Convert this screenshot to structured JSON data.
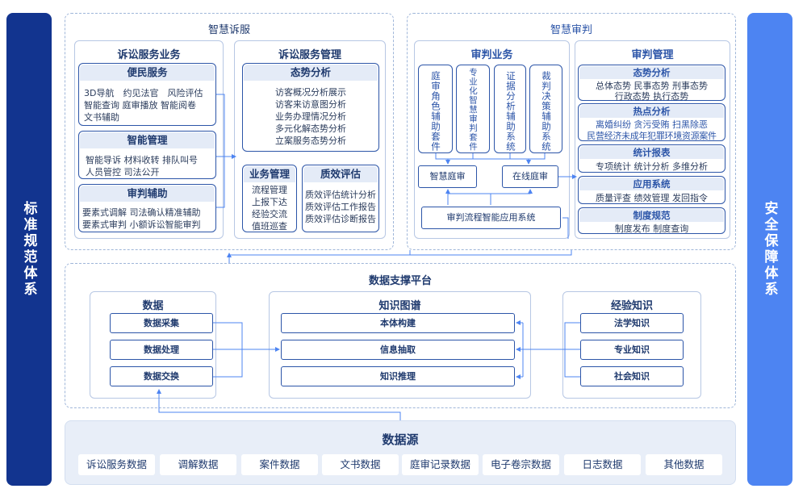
{
  "pillars": {
    "left": "标准规范体系",
    "right": "安全保障体系"
  },
  "litigation": {
    "title": "智慧诉服",
    "business": {
      "title": "诉讼服务业务",
      "convenience": {
        "title": "便民服务",
        "lines": [
          "3D导航　约见法官　风险评估",
          "智能查询  庭审播放  智能阅卷",
          "文书辅助"
        ]
      },
      "smart_mgmt": {
        "title": "智能管理",
        "lines": [
          "智能导诉  材料收转  排队叫号",
          "人员管控  司法公开"
        ]
      },
      "trial_aid": {
        "title": "审判辅助",
        "lines": [
          "要素式调解  司法确认精准辅助",
          "要素式审判  小额诉讼智能审判"
        ]
      }
    },
    "management": {
      "title": "诉讼服务管理",
      "situation": {
        "title": "态势分析",
        "lines": [
          "访客概况分析展示",
          "访客来访意图分析",
          "业务办理情况分析",
          "多元化解态势分析",
          "立案服务态势分析"
        ]
      },
      "business_mgmt": {
        "title": "业务管理",
        "lines": [
          "流程管理",
          "上报下达",
          "经验交流",
          "值班巡查"
        ]
      },
      "quality": {
        "title": "质效评估",
        "lines": [
          "质效评估统计分析",
          "质效评估工作报告",
          "质效评估诊断报告"
        ]
      }
    }
  },
  "trial": {
    "title": "智慧审判",
    "business": {
      "title": "审判业务",
      "columns": [
        "庭审角色辅助套件",
        "专业化智慧审判套件",
        "证据分析辅助系统",
        "裁判决策辅助系统"
      ],
      "smart_court": "智慧庭审",
      "online_court": "在线庭审",
      "flow_system": "审判流程智能应用系统"
    },
    "management": {
      "title": "审判管理",
      "situation": {
        "title": "态势分析",
        "lines": [
          "总体态势  民事态势  刑事态势",
          "行政态势  执行态势"
        ]
      },
      "hotspot": {
        "title": "热点分析",
        "lines": [
          "离婚纠纷  贪污受贿  扫黑除恶",
          "民营经济未成年犯罪环境资源案件"
        ]
      },
      "stats": {
        "title": "统计报表",
        "lines": [
          "专项统计  统计分析  多维分析"
        ]
      },
      "apps": {
        "title": "应用系统",
        "lines": [
          "质量评查  绩效管理  发回指令"
        ]
      },
      "rules": {
        "title": "制度规范",
        "lines": [
          "制度发布  制度查询"
        ]
      }
    }
  },
  "platform": {
    "title": "数据支撑平台",
    "data": {
      "title": "数据",
      "items": [
        "数据采集",
        "数据处理",
        "数据交换"
      ]
    },
    "knowledge_graph": {
      "title": "知识图谱",
      "items": [
        "本体构建",
        "信息抽取",
        "知识推理"
      ]
    },
    "experience": {
      "title": "经验知识",
      "items": [
        "法学知识",
        "专业知识",
        "社会知识"
      ]
    }
  },
  "datasource": {
    "title": "数据源",
    "items": [
      "诉讼服务数据",
      "调解数据",
      "案件数据",
      "文书数据",
      "庭审记录数据",
      "电子卷宗数据",
      "日志数据",
      "其他数据"
    ]
  },
  "colors": {
    "navy": "#12348f",
    "blue": "#4d84f2",
    "stroke": "#2c55a8",
    "panel_bg": "#e8eef8"
  }
}
